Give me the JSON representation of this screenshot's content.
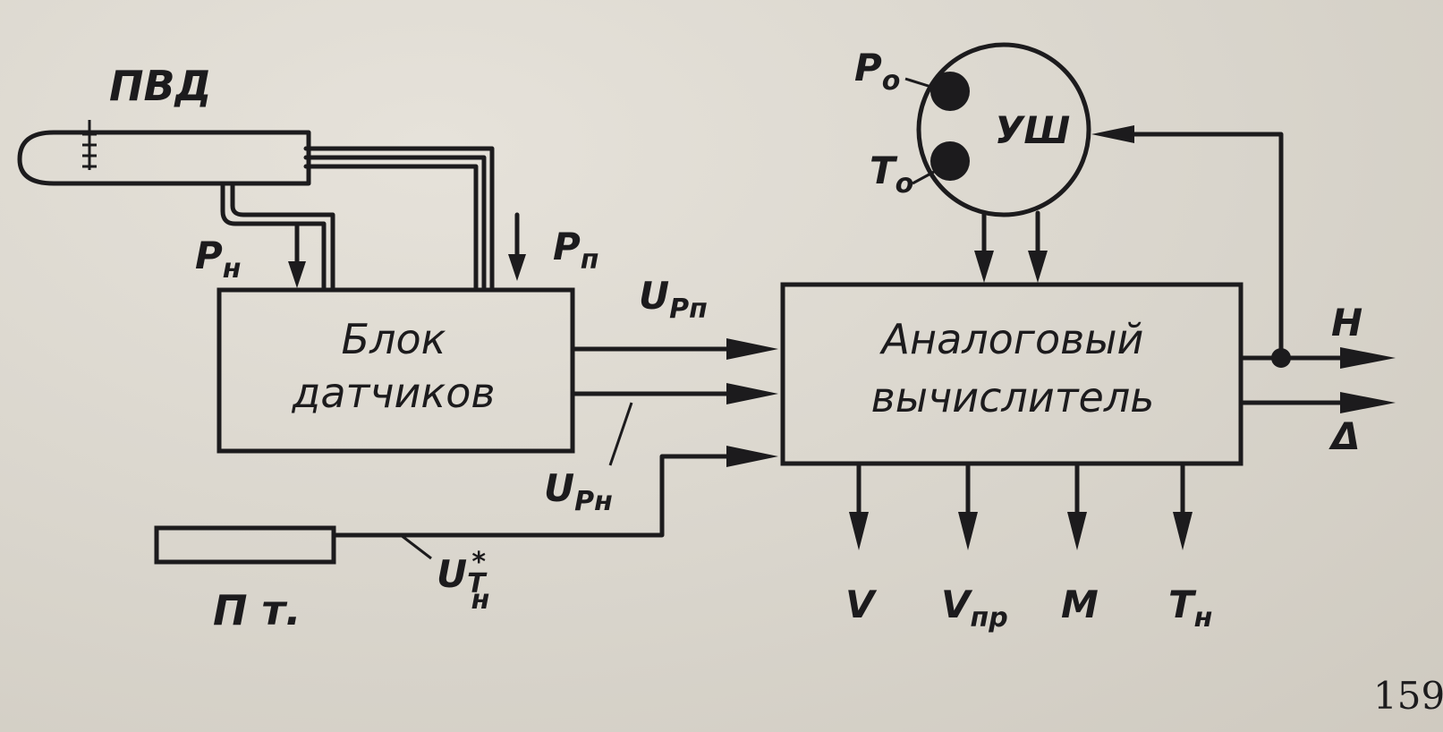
{
  "diagram": {
    "pvd_label": "ПВД",
    "sensor_block": {
      "line1": "Блок",
      "line2": "датчиков"
    },
    "analog_computer": {
      "line1": "Аналоговый",
      "line2": "вычислитель"
    },
    "ush_label": "УШ",
    "p0": {
      "main": "P",
      "sub": "о"
    },
    "t0": {
      "main": "T",
      "sub": "о"
    },
    "pn": {
      "main": "P",
      "sub": "н"
    },
    "pp": {
      "main": "P",
      "sub": "п"
    },
    "u_pp": {
      "main": "U",
      "sub": "Pп"
    },
    "u_pn": {
      "main": "U",
      "sub": "Pн"
    },
    "u_tn": {
      "main": "U",
      "sub": "T",
      "sub2": "н",
      "sup": "*"
    },
    "pt_label": "П т.",
    "outputs_right": {
      "h": "H",
      "delta": "Δ"
    },
    "outputs_bottom": {
      "v": "V",
      "vpr": {
        "main": "V",
        "sub": "пр"
      },
      "m": "M",
      "tn": {
        "main": "T",
        "sub": "н"
      }
    },
    "page_number": "159"
  }
}
